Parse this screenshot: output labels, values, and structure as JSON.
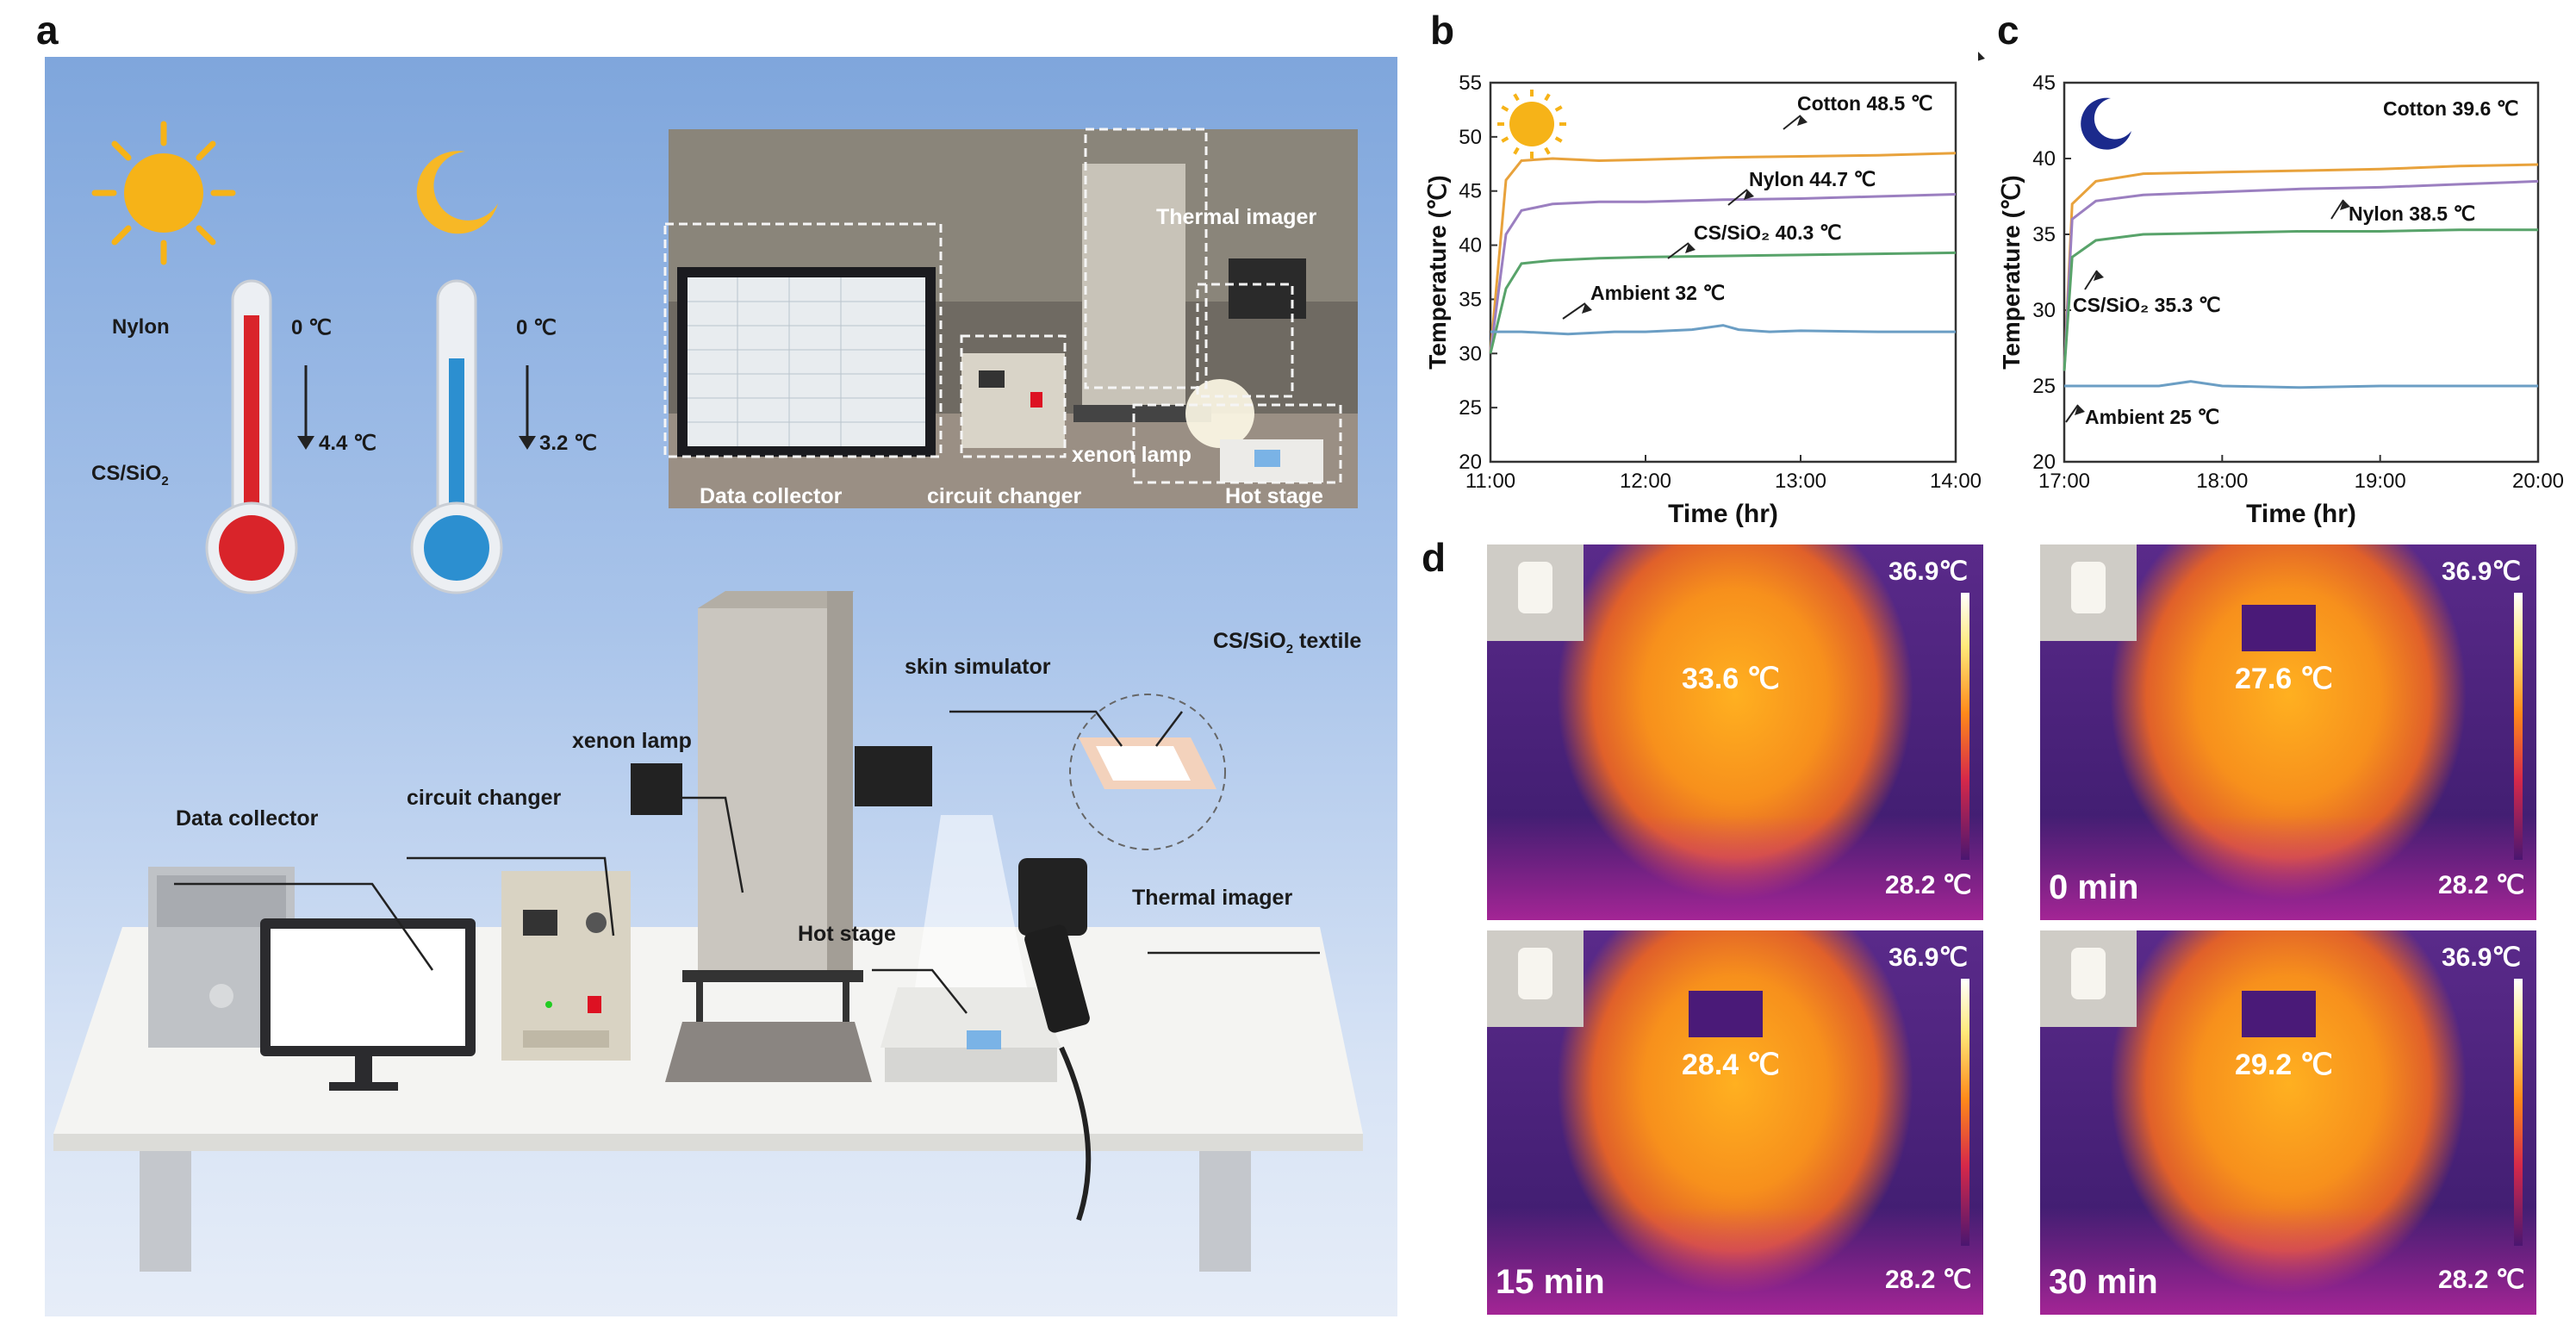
{
  "panel_a": {
    "letter": "a",
    "thermometer_labels": {
      "nylon": "Nylon",
      "cs_sio2": "CS/SiO",
      "cs_sio2_sub": "2",
      "sun_top": "0 ℃",
      "sun_delta": "4.4 ℃",
      "moon_top": "0 ℃",
      "moon_delta": "3.2 ℃"
    },
    "photo_labels": {
      "data_collector": "Data collector",
      "circuit_changer": "circuit changer",
      "xenon_lamp": "xenon lamp",
      "hot_stage": "Hot stage",
      "thermal_imager": "Thermal imager"
    },
    "diagram_labels": {
      "data_collector": "Data collector",
      "circuit_changer": "circuit changer",
      "xenon_lamp": "xenon lamp",
      "hot_stage": "Hot stage",
      "thermal_imager": "Thermal imager",
      "skin_simulator": "skin simulator",
      "textile": "CS/SiO",
      "textile_sub": "2",
      "textile_suffix": " textile"
    },
    "icons": {
      "sun": "sun-icon",
      "moon": "moon-icon"
    },
    "colors": {
      "bg_top": "#7fa6dc",
      "bg_bottom": "#dfe9f6",
      "hot": "#d9242a",
      "cold": "#2c8fd0",
      "sun": "#f6b318",
      "moon": "#f7b826"
    }
  },
  "chart_data": [
    {
      "panel": "b",
      "type": "line",
      "xlabel": "Time (hr)",
      "ylabel": "Temperature (℃)",
      "xlim": [
        "11:00",
        "14:00"
      ],
      "ylim": [
        20,
        55
      ],
      "xticks": [
        "11:00",
        "12:00",
        "13:00",
        "14:00"
      ],
      "yticks": [
        20,
        25,
        30,
        35,
        40,
        45,
        50,
        55
      ],
      "icon": "sun-icon",
      "series": [
        {
          "name": "Cotton",
          "label": "Cotton 48.5 ℃",
          "color": "#e8a23c",
          "x": [
            11.0,
            11.1,
            11.2,
            11.4,
            11.7,
            12.0,
            12.5,
            13.0,
            13.5,
            14.0
          ],
          "y": [
            30,
            46,
            47.8,
            48.0,
            47.8,
            47.9,
            48.1,
            48.2,
            48.3,
            48.5
          ]
        },
        {
          "name": "Nylon",
          "label": "Nylon 44.7 ℃",
          "color": "#9b7fc0",
          "x": [
            11.0,
            11.1,
            11.2,
            11.4,
            11.7,
            12.0,
            12.5,
            13.0,
            13.5,
            14.0
          ],
          "y": [
            30,
            41,
            43.2,
            43.8,
            44.0,
            44.0,
            44.2,
            44.3,
            44.5,
            44.7
          ]
        },
        {
          "name": "CS/SiO2",
          "label": "CS/SiO₂ 40.3 ℃",
          "color": "#58a36a",
          "x": [
            11.0,
            11.1,
            11.2,
            11.4,
            11.7,
            12.0,
            12.5,
            13.0,
            13.5,
            14.0
          ],
          "y": [
            30,
            36,
            38.3,
            38.6,
            38.8,
            38.9,
            39.0,
            39.1,
            39.2,
            39.3
          ]
        },
        {
          "name": "Ambient",
          "label": "Ambient 32 ℃",
          "color": "#6b9ec4",
          "x": [
            11.0,
            11.2,
            11.5,
            11.8,
            12.0,
            12.3,
            12.5,
            12.6,
            12.8,
            13.0,
            13.5,
            14.0
          ],
          "y": [
            32,
            32,
            31.8,
            32,
            32,
            32.2,
            32.6,
            32.2,
            32.0,
            32.1,
            32.0,
            32.0
          ]
        }
      ]
    },
    {
      "panel": "c",
      "type": "line",
      "xlabel": "Time (hr)",
      "ylabel": "Temperature (℃)",
      "xlim": [
        "17:00",
        "20:00"
      ],
      "ylim": [
        20,
        45
      ],
      "xticks": [
        "17:00",
        "18:00",
        "19:00",
        "20:00"
      ],
      "yticks": [
        20,
        25,
        30,
        35,
        40,
        45
      ],
      "icon": "moon-icon",
      "series": [
        {
          "name": "Cotton",
          "label": "Cotton 39.6 ℃",
          "color": "#e8a23c",
          "x": [
            17.0,
            17.05,
            17.2,
            17.5,
            18.0,
            18.5,
            19.0,
            19.5,
            20.0
          ],
          "y": [
            26,
            37.0,
            38.5,
            39.0,
            39.1,
            39.2,
            39.3,
            39.5,
            39.6
          ]
        },
        {
          "name": "Nylon",
          "label": "Nylon 38.5 ℃",
          "color": "#9b7fc0",
          "x": [
            17.0,
            17.05,
            17.2,
            17.5,
            18.0,
            18.5,
            19.0,
            19.5,
            20.0
          ],
          "y": [
            26,
            36.0,
            37.2,
            37.6,
            37.8,
            38.0,
            38.1,
            38.3,
            38.5
          ]
        },
        {
          "name": "CS/SiO2",
          "label": "CS/SiO₂ 35.3 ℃",
          "color": "#58a36a",
          "x": [
            17.0,
            17.05,
            17.2,
            17.5,
            18.0,
            18.5,
            19.0,
            19.5,
            20.0
          ],
          "y": [
            26,
            33.5,
            34.6,
            35.0,
            35.1,
            35.2,
            35.2,
            35.3,
            35.3
          ]
        },
        {
          "name": "Ambient",
          "label": "Ambient 25 ℃",
          "color": "#6b9ec4",
          "x": [
            17.0,
            17.3,
            17.6,
            17.8,
            18.0,
            18.5,
            19.0,
            19.5,
            20.0
          ],
          "y": [
            25,
            25,
            25,
            25.3,
            25,
            24.9,
            25,
            25,
            25
          ]
        }
      ]
    }
  ],
  "panel_b_letter": "b",
  "panel_c_letter": "c",
  "panel_d": {
    "letter": "d",
    "images": [
      {
        "center_temp": "33.6 ℃",
        "max": "36.9℃",
        "min": "28.2 ℃",
        "time": ""
      },
      {
        "center_temp": "27.6 ℃",
        "max": "36.9℃",
        "min": "28.2 ℃",
        "time": "0 min"
      },
      {
        "center_temp": "28.4 ℃",
        "max": "36.9℃",
        "min": "28.2 ℃",
        "time": "15 min"
      },
      {
        "center_temp": "29.2 ℃",
        "max": "36.9℃",
        "min": "28.2 ℃",
        "time": "30 min"
      }
    ]
  }
}
